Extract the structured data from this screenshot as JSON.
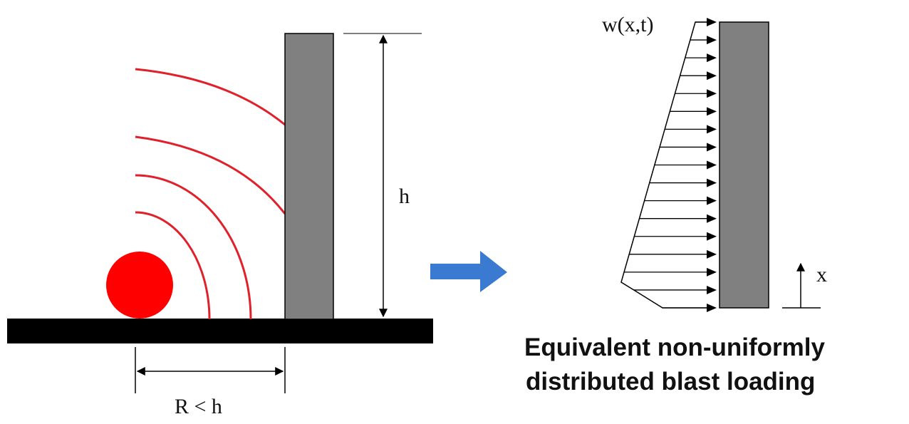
{
  "left_panel": {
    "height_label": "h",
    "distance_label": "R < h"
  },
  "right_panel": {
    "load_label": "w(x,t)",
    "axis_label": "x",
    "caption_line1": "Equivalent non-uniformly",
    "caption_line2": "distributed blast loading"
  },
  "colors": {
    "blast": "#ff0000",
    "wave": "#e0202a",
    "ground": "#000000",
    "wall": "#808080",
    "transition_arrow": "#3a7ad0"
  }
}
